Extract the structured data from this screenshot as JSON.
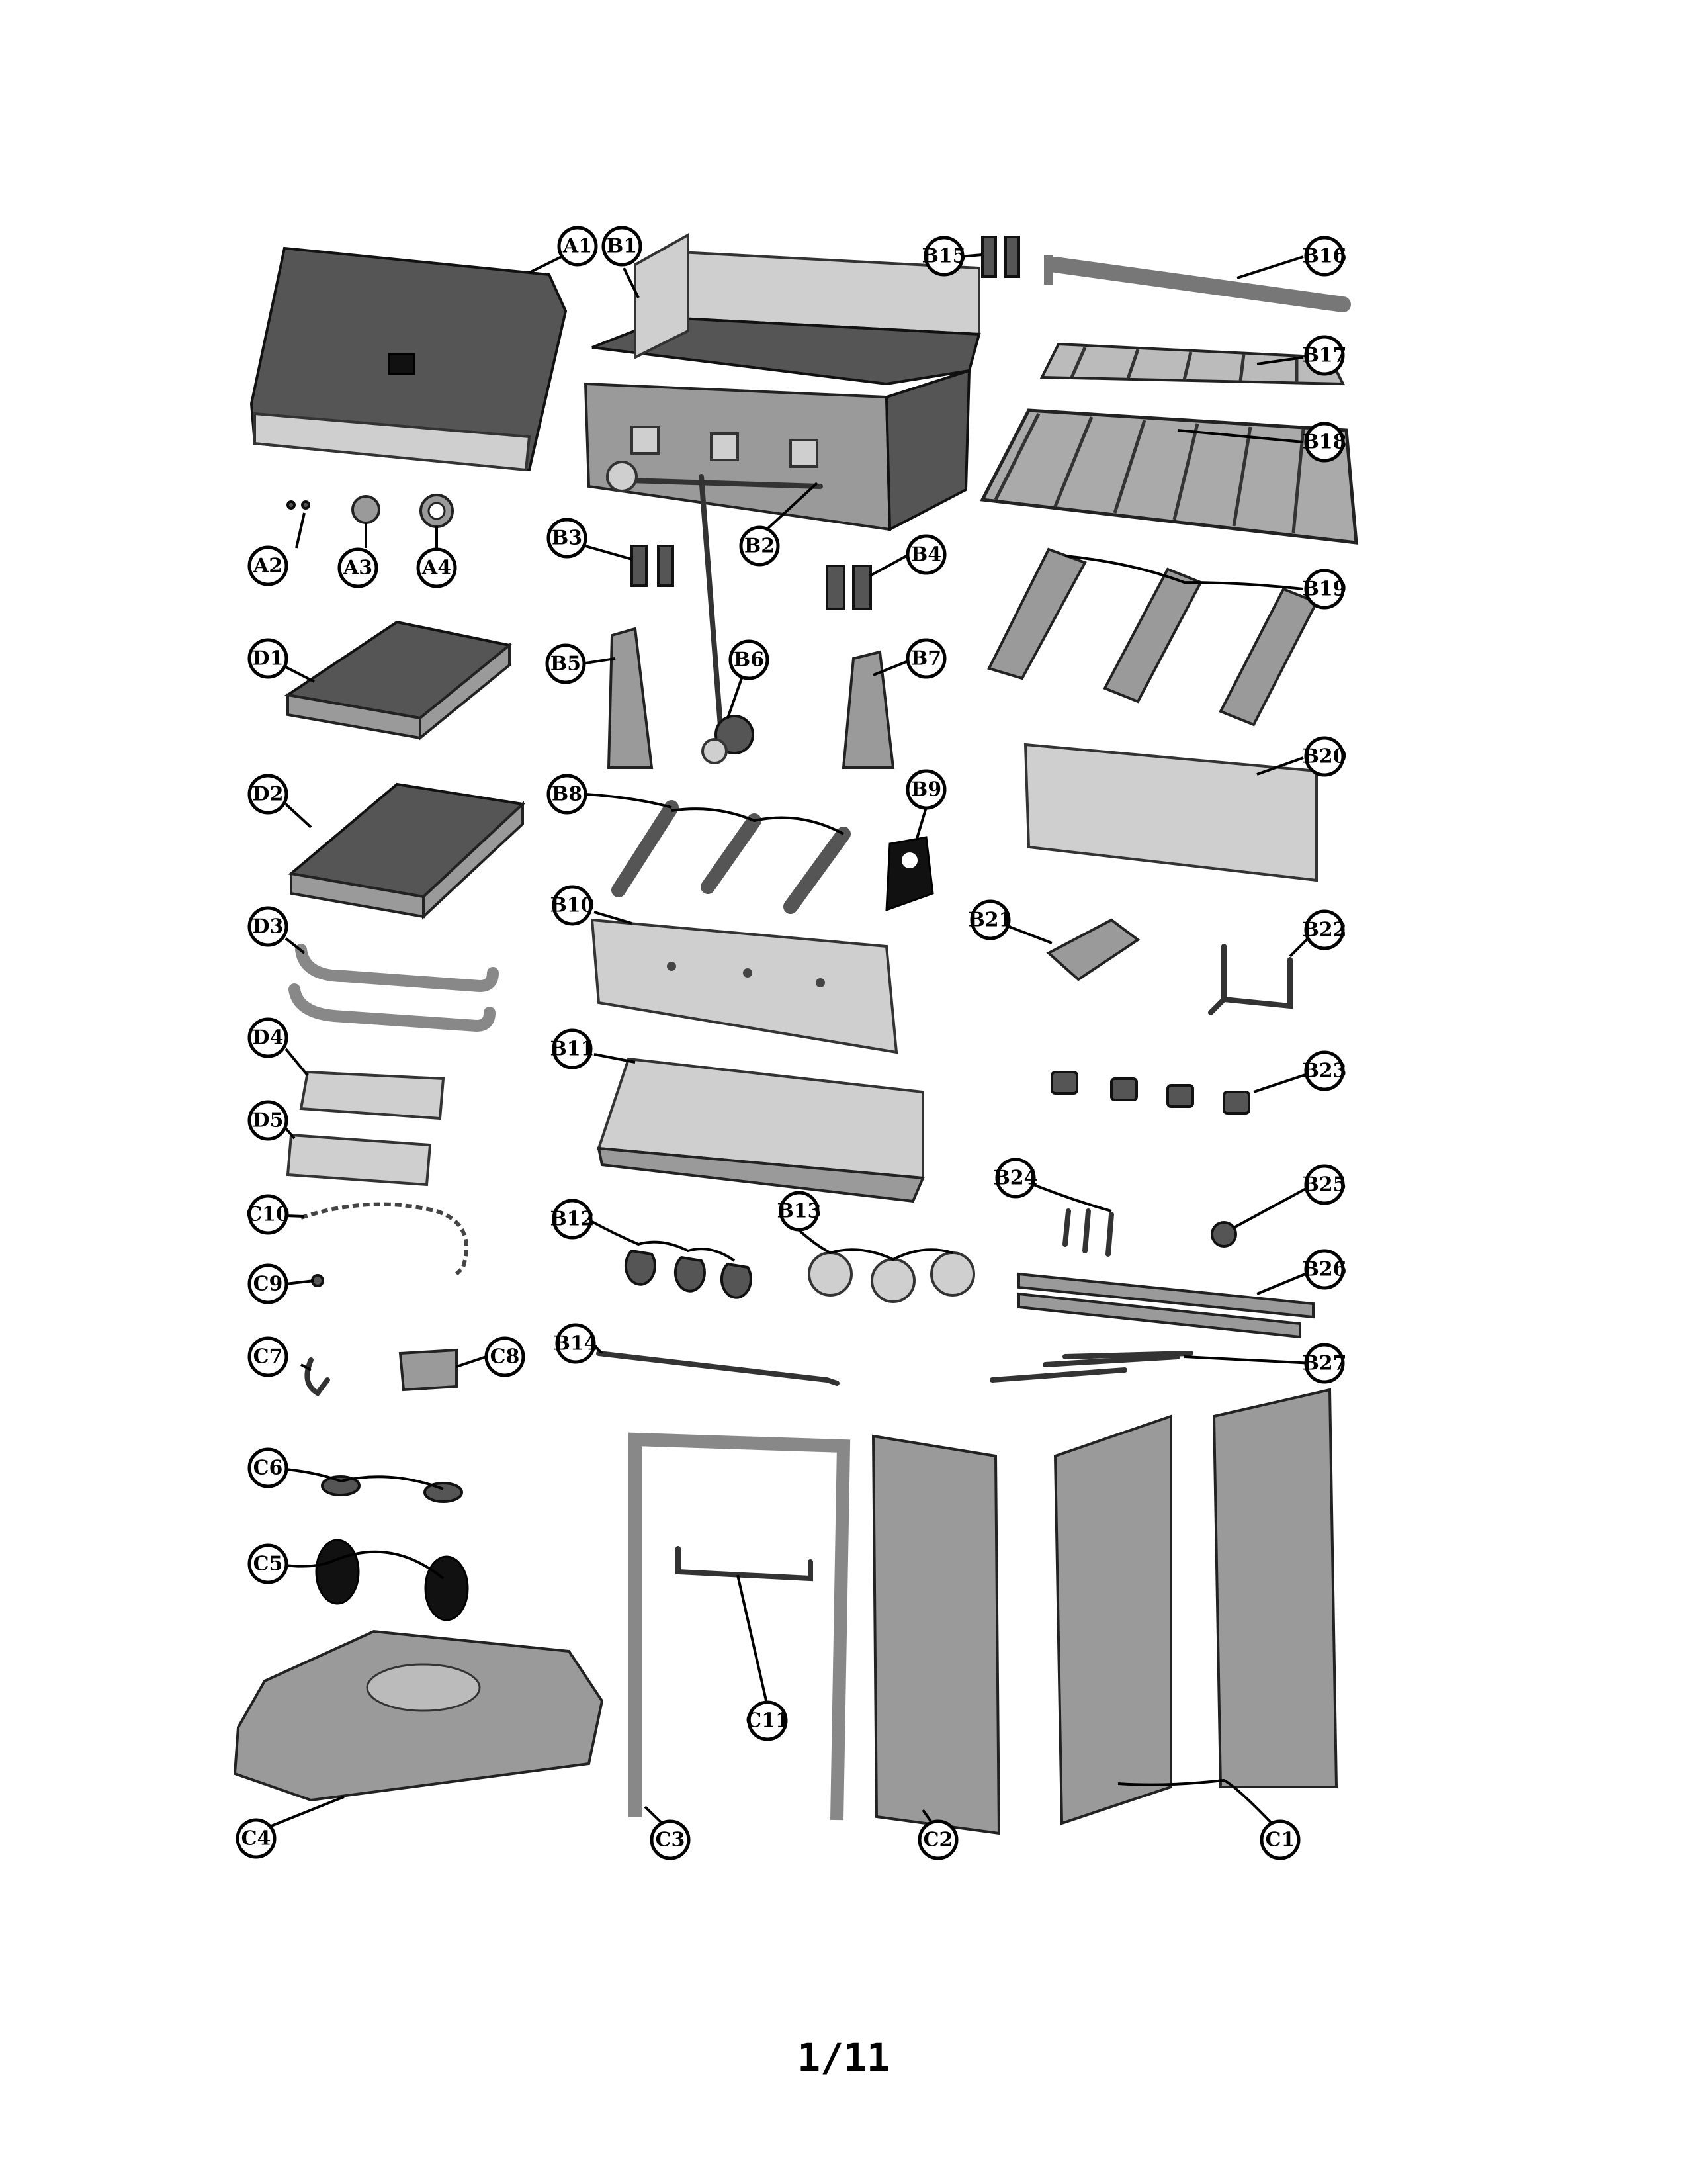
{
  "page_number": "1/11",
  "callouts": {
    "A1": "A1",
    "A2": "A2",
    "A3": "A3",
    "A4": "A4",
    "B1": "B1",
    "B2": "B2",
    "B3": "B3",
    "B4": "B4",
    "B5": "B5",
    "B6": "B6",
    "B7": "B7",
    "B8": "B8",
    "B9": "B9",
    "B10": "B10",
    "B11": "B11",
    "B12": "B12",
    "B13": "B13",
    "B14": "B14",
    "B15": "B15",
    "B16": "B16",
    "B17": "B17",
    "B18": "B18",
    "B19": "B19",
    "B20": "B20",
    "B21": "B21",
    "B22": "B22",
    "B23": "B23",
    "B24": "B24",
    "B25": "B25",
    "B26": "B26",
    "B27": "B27",
    "C1": "C1",
    "C2": "C2",
    "C3": "C3",
    "C4": "C4",
    "C5": "C5",
    "C6": "C6",
    "C7": "C7",
    "C8": "C8",
    "C9": "C9",
    "C10": "C10",
    "C11": "C11",
    "D1": "D1",
    "D2": "D2",
    "D3": "D3",
    "D4": "D4",
    "D5": "D5"
  }
}
